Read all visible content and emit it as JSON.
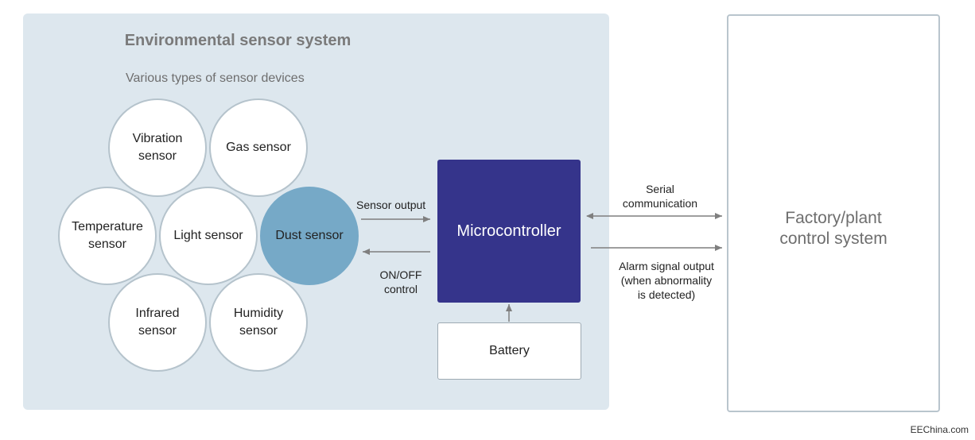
{
  "system": {
    "title": "Environmental sensor system",
    "sensor_group_label": "Various types of sensor devices"
  },
  "sensors": {
    "vibration": [
      "Vibration",
      "sensor"
    ],
    "gas": "Gas sensor",
    "temperature": [
      "Temperature",
      "sensor"
    ],
    "light": "Light sensor",
    "dust": "Dust sensor",
    "infrared": [
      "Infrared",
      "sensor"
    ],
    "humidity": [
      "Humidity",
      "sensor"
    ]
  },
  "microcontroller": {
    "label": "Microcontroller"
  },
  "battery": {
    "label": "Battery"
  },
  "factory": {
    "label": [
      "Factory/plant",
      "control system"
    ]
  },
  "links": {
    "sensor_output": "Sensor output",
    "on_off": [
      "ON/OFF",
      "control"
    ],
    "serial": [
      "Serial",
      "communication"
    ],
    "alarm": [
      "Alarm signal output",
      "(when abnormality",
      "is detected)"
    ]
  },
  "colors": {
    "panel_bg": "#dde7ee",
    "mcu": "#35348b",
    "dust_sensor": "#76a9c7",
    "arrow": "#7f7f7f"
  },
  "watermark": "EEChina.com"
}
